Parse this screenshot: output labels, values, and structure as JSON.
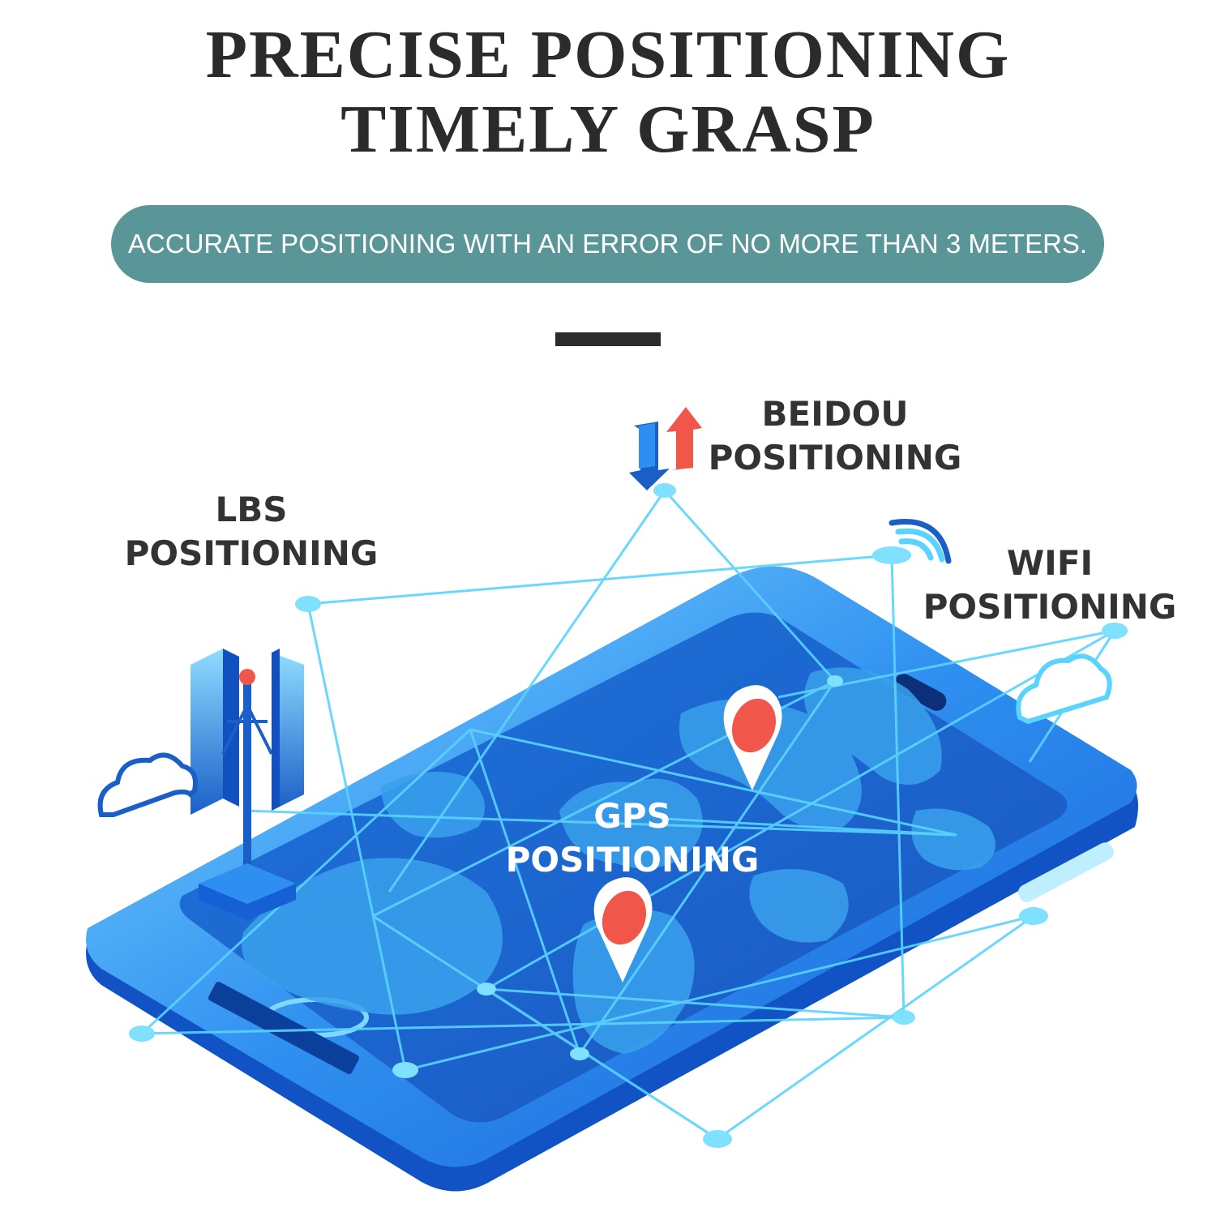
{
  "headline": {
    "line1": "PRECISE POSITIONING",
    "line2": "TIMELY GRASP"
  },
  "banner": {
    "text": "ACCURATE POSITIONING WITH AN ERROR OF NO MORE THAN 3 METERS."
  },
  "labels": {
    "beidou": {
      "line1": "BEIDOU",
      "line2": "POSITIONING"
    },
    "lbs": {
      "line1": "LBS",
      "line2": "POSITIONING"
    },
    "wifi": {
      "line1": "WIFI",
      "line2": "POSITIONING"
    },
    "gps": {
      "line1": "GPS",
      "line2": "POSITIONING"
    }
  },
  "colors": {
    "banner": "#5a9597",
    "headline": "#2b2b2b",
    "label": "#333333",
    "tablet_body": "#1565d8",
    "screen": "#1a5fc8",
    "network_line": "#59d3ff",
    "pin_dot": "#f0574a"
  },
  "icons": [
    "tablet-illustration",
    "world-map",
    "location-pin-icon",
    "beidou-arrows-icon",
    "wifi-signal-icon",
    "signal-tower-icon",
    "cloud-icon"
  ]
}
